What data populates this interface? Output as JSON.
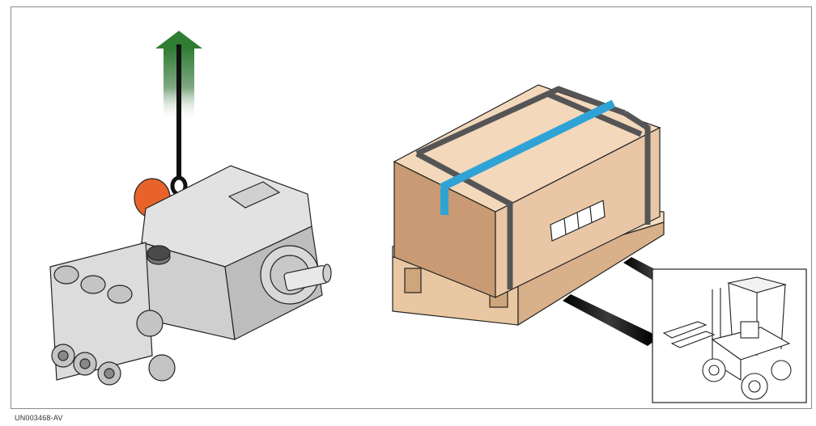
{
  "figure": {
    "code": "UN003468-AV",
    "colors": {
      "lift_arrow": "#2e7d32",
      "pump_body": "#d9d9d9",
      "pump_plug": "#e8632a",
      "box": "#e9c7a6",
      "box_side": "#c99a73",
      "pallet": "#f0d7b8",
      "strap": "#555555",
      "tape": "#2fa3d6",
      "fork": "#1e1e1e"
    },
    "items": [
      "lift-arrow",
      "lifting-chain",
      "pump",
      "packed-crate",
      "pallet",
      "forklift-forks",
      "forklift-inset"
    ]
  }
}
